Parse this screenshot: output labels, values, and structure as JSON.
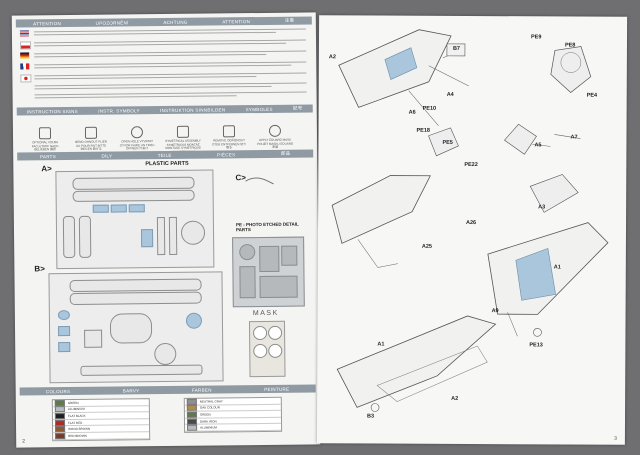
{
  "left_page": {
    "header_band": [
      "ATTENTION",
      "UPOZORNĚNÍ",
      "ACHTUNG",
      "ATTENTION",
      "注意"
    ],
    "instruction_band": [
      "INSTRUCTION SIGNS",
      "INSTR. SYMBOLY",
      "INSTRUKTION SINNBILDEN",
      "SYMBOLES",
      "記号"
    ],
    "symbols": [
      {
        "label": "OPTIONAL VOLBA FACULTATIF NACH BELIEBEN 選択"
      },
      {
        "label": "BEND OHNOUT PLIER AU POUR FAIT BITTE BIEGEN 曲げる"
      },
      {
        "label": "OPEN HOLE VYVRTAT OTVOR FAIRE UN TROU OFFNEN 穴あけ"
      },
      {
        "label": "SYMETRICAL ASSEMBLY SYMETRICKÁ MONTÁŽ MONTAGE SYMÉTRIQUE SYMMETRISCHE"
      },
      {
        "label": "REMOVE ODŘÍZNOUT OTER ENTFERNEN 切り取る"
      },
      {
        "label": "APPLY EDUARD MASK POUŽÍT MASKU EDUARD 塗装"
      }
    ],
    "parts_band": [
      "PARTS",
      "DÍLY",
      "TEILE",
      "PIÈCES",
      "部品"
    ],
    "plastic_parts_title": "PLASTIC PARTS",
    "sprue_a_label": "A>",
    "sprue_b_label": "B>",
    "sprue_c_label": "C>",
    "pe_title": "PE - PHOTO ETCHED DETAIL PARTS",
    "mask_label": "MASK",
    "colours_band": [
      "COLOURS",
      "BARVY",
      "FARBEN",
      "PEINTURE"
    ],
    "colours_left": [
      {
        "name": "GREEN",
        "hex": "#5d7a4a"
      },
      {
        "name": "ALUMINIUM",
        "hex": "#b8bcc0"
      },
      {
        "name": "FLAT BLACK",
        "hex": "#1e1e1e"
      },
      {
        "name": "FLAT RED",
        "hex": "#b02a2a"
      },
      {
        "name": "WOOD BROWN",
        "hex": "#8a5a33"
      },
      {
        "name": "RED BROWN",
        "hex": "#7a3a2a"
      }
    ],
    "colours_right": [
      {
        "name": "NEUTRAL GRAY",
        "hex": "#8e9194"
      },
      {
        "name": "OAK COLOUR",
        "hex": "#b08a55"
      },
      {
        "name": "GREEN",
        "hex": "#5d7a4a"
      },
      {
        "name": "DARK IRON",
        "hex": "#4a4a4a"
      },
      {
        "name": "ALUMINIUM",
        "hex": "#b8bcc0"
      }
    ],
    "page_number": "2"
  },
  "right_page": {
    "callouts": [
      "A2",
      "B7",
      "PE9",
      "PE8",
      "PE4",
      "PE10",
      "A4",
      "A6",
      "PE18",
      "PE5",
      "PE22",
      "A5",
      "A7",
      "A3",
      "A26",
      "A25",
      "A1",
      "A9",
      "PE13",
      "A1",
      "A2",
      "B3"
    ],
    "page_number": "3"
  },
  "colors": {
    "accent_band": "#8f9aa3",
    "part_blue": "#a9c6dc",
    "paper": "#f4f4f2",
    "background": "#6f6f72"
  }
}
